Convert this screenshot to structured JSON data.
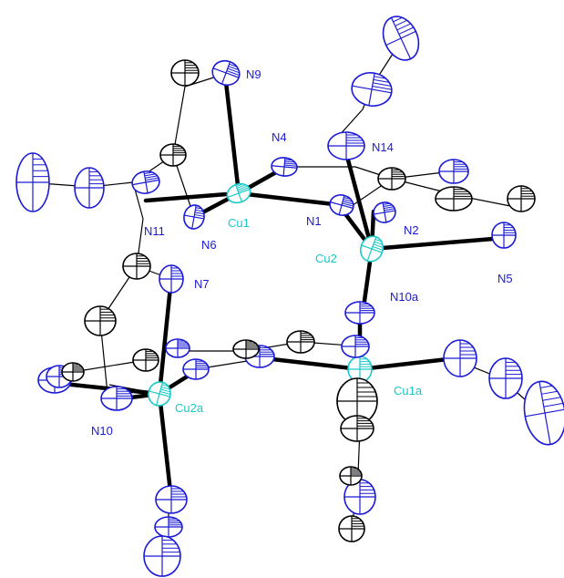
{
  "figure": {
    "colors": {
      "background": "#ffffff",
      "nitrogen": "#1a1ad6",
      "copper": "#19c9c9",
      "carbon": "#000000",
      "bond": "#000000"
    },
    "atom_labels": {
      "cu1": "Cu1",
      "cu2": "Cu2",
      "cu1a": "Cu1a",
      "cu2a": "Cu2a",
      "n1": "N1",
      "n2": "N2",
      "n4": "N4",
      "n5": "N5",
      "n6": "N6",
      "n7": "N7",
      "n9": "N9",
      "n10": "N10",
      "n10a": "N10a",
      "n11": "N11",
      "n14": "N14"
    }
  }
}
